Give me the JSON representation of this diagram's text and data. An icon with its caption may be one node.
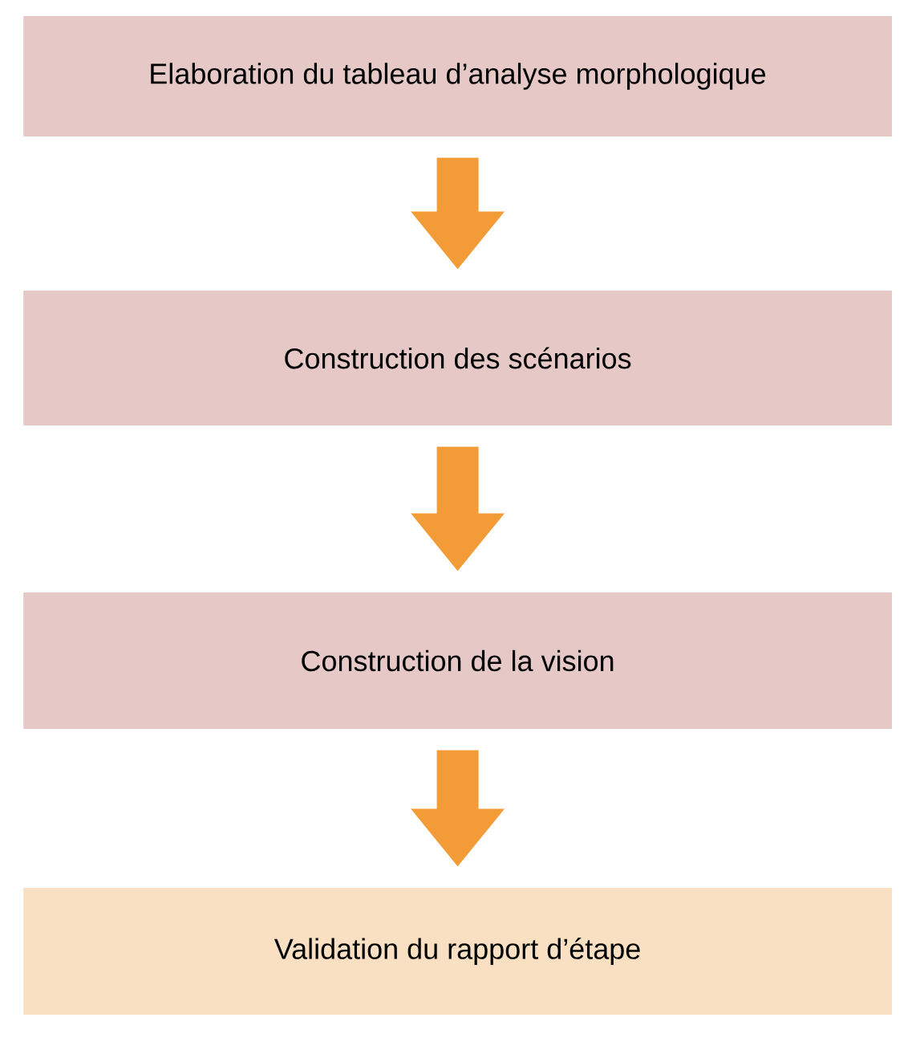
{
  "diagram": {
    "nodes": [
      {
        "text": [
          "Elaboration du tableau d’analyse morphologique"
        ]
      },
      {
        "text": [
          "Construction des scénarios"
        ]
      },
      {
        "text": [
          "Construction de la vision"
        ]
      },
      {
        "text": [
          "Validation du rapport d’étape"
        ]
      }
    ],
    "edges": [
      {
        "from": 0,
        "to": 1,
        "arrow": "to"
      },
      {
        "from": 1,
        "to": 2,
        "arrow": "to"
      },
      {
        "from": 2,
        "to": 3,
        "arrow": "to"
      }
    ]
  }
}
